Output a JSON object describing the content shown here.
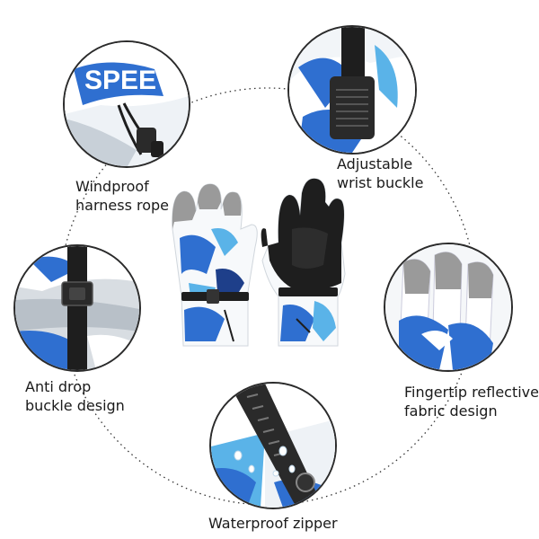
{
  "features": {
    "windproof": {
      "line1": "Windproof",
      "line2": "harness rope"
    },
    "wrist": {
      "line1": "Adjustable",
      "line2": "wrist buckle"
    },
    "antidrop": {
      "line1": "Anti drop",
      "line2": "buckle design"
    },
    "fingertip": {
      "line1": "Fingertip reflective",
      "line2": "fabric design"
    },
    "zipper": {
      "line1": "Waterproof zipper"
    }
  },
  "print_text": "SPEE",
  "colors": {
    "blue": "#2f6fd0",
    "light_blue": "#5ab3e8",
    "dark": "#1e1e1e",
    "gray": "#9a9a9a",
    "white": "#f7f9fb"
  }
}
